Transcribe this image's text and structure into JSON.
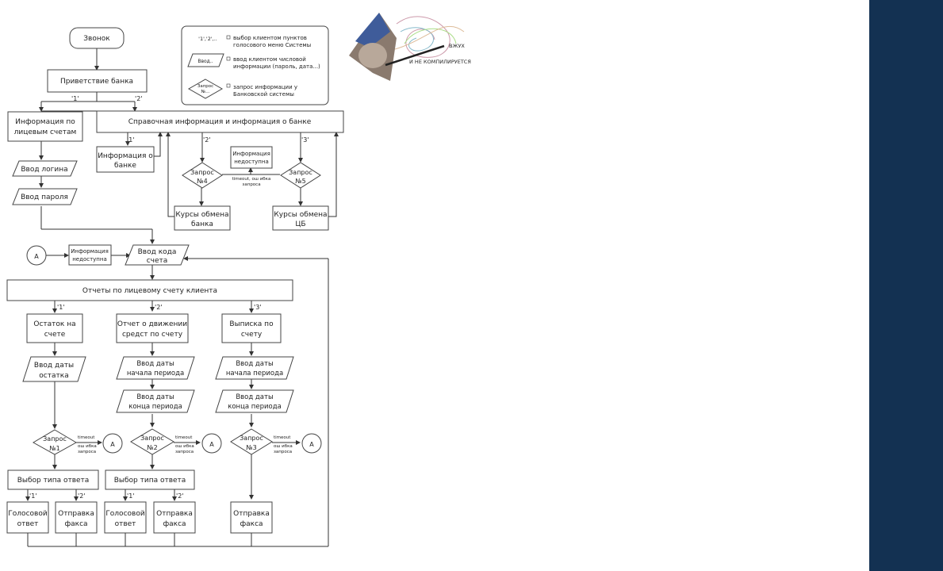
{
  "colors": {
    "sidebar": "#133152",
    "stroke": "#444444",
    "text": "#222222"
  },
  "legend": {
    "items": [
      {
        "symbol": "'1','2',..",
        "text": [
          "выбор клиентом пунктов",
          "голосового меню Системы"
        ]
      },
      {
        "symbol": "Ввод..",
        "text": [
          "ввод клиентом числовой",
          "информации (пароль, дата...)"
        ]
      },
      {
        "symbol": [
          "Запрос",
          "№..."
        ],
        "text": [
          "запрос информации у",
          "Банковской системы"
        ]
      }
    ]
  },
  "meme": {
    "text1": "ВЖУХ",
    "text2": "И НЕ КОМПИЛИРУЕТСЯ"
  },
  "nodes": {
    "zvonok": "Звонок",
    "greeting": "Приветствие банка",
    "acct_info": [
      "Информация по",
      "лицевым счетам"
    ],
    "ref_info": "Справочная информация и информация о банке",
    "login": "Ввод логина",
    "password": "Ввод пароля",
    "bank_info": [
      "Информация о",
      "банке"
    ],
    "unavail_top": [
      "Информация",
      "недоступна"
    ],
    "q4": [
      "Запрос",
      "№4"
    ],
    "q5": [
      "Запрос",
      "№5"
    ],
    "timeout_mid": [
      "timeout, ош ибка",
      "запроса"
    ],
    "rates_bank": [
      "Курсы обмена",
      "банка"
    ],
    "rates_cb": [
      "Курсы обмена",
      "ЦБ"
    ],
    "a_circle": "A",
    "unavail_left": [
      "Информация",
      "недоступна"
    ],
    "acct_code": [
      "Ввод кода",
      "счета"
    ],
    "reports": "Отчеты по лицевому счету клиента",
    "balance": [
      "Остаток на",
      "счете"
    ],
    "movement": [
      "Отчет о движении",
      "средст по счету"
    ],
    "statement": [
      "Выписка по",
      "счету"
    ],
    "bal_date": [
      "Ввод даты",
      "остатка"
    ],
    "start1": [
      "Ввод даты",
      "начала периода"
    ],
    "start2": [
      "Ввод даты",
      "начала периода"
    ],
    "end1": [
      "Ввод даты",
      "конца периода"
    ],
    "end2": [
      "Ввод даты",
      "конца периода"
    ],
    "q1": [
      "Запрос",
      "№1"
    ],
    "q2": [
      "Запрос",
      "№2"
    ],
    "q3": [
      "Запрос",
      "№3"
    ],
    "timeout_small": [
      "timeout",
      "ош ибка",
      "запроса"
    ],
    "answer_type": "Выбор типа ответа",
    "voice": [
      "Голосовой",
      "ответ"
    ],
    "fax": [
      "Отправка",
      "факса"
    ]
  },
  "edge_labels": {
    "opt1": "'1'",
    "opt2": "'2'",
    "opt3": "'3'"
  }
}
